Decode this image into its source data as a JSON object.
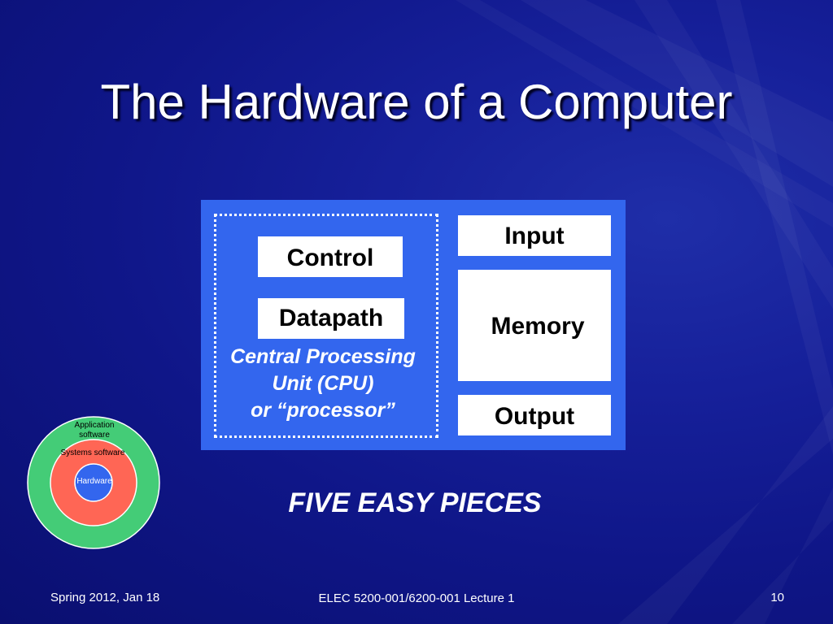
{
  "slide": {
    "title": "The Hardware of a Computer",
    "subtitle": "FIVE EASY PIECES"
  },
  "diagram": {
    "control_label": "Control",
    "datapath_label": "Datapath",
    "cpu_label_line1": "Central Processing",
    "cpu_label_line2": "Unit (CPU)",
    "cpu_label_line3": "or “processor”",
    "input_label": "Input",
    "memory_label": "Memory",
    "output_label": "Output"
  },
  "layers": {
    "application_label": "Application software",
    "systems_label": "Systems software",
    "hardware_label": "Hardware"
  },
  "footer": {
    "left": "Spring 2012, Jan 18",
    "center": "ELEC 5200-001/6200-001 Lecture 1",
    "page_number": "10"
  },
  "colors": {
    "background": "#16209a",
    "main_box": "#3366ee",
    "application_ring": "#44cc77",
    "systems_ring": "#ff6655",
    "hardware_core": "#3366ee"
  }
}
